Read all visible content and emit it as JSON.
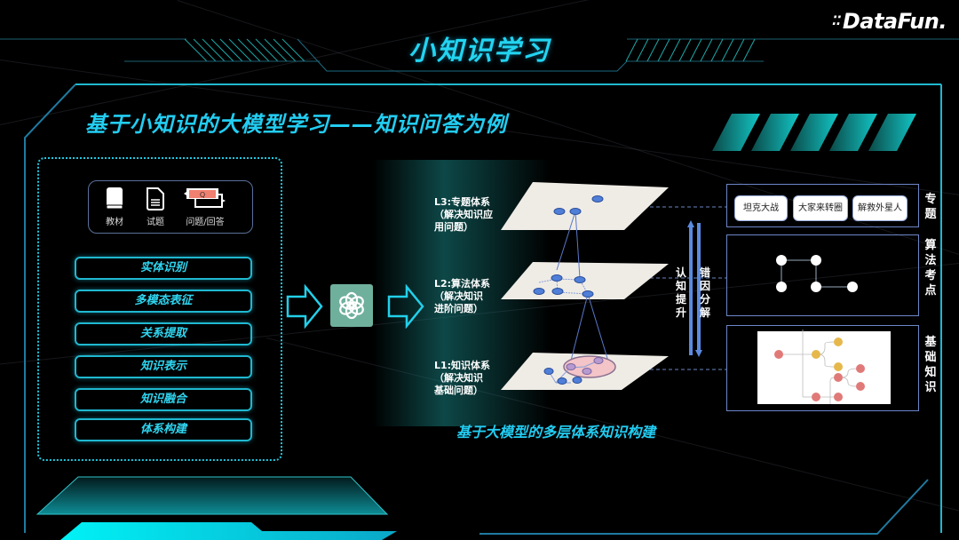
{
  "slide": {
    "title": "小知识学习",
    "subtitle": "基于小知识的大模型学习——知识问答为例",
    "logo": "DataFun.",
    "accent_color": "#22cdf2"
  },
  "sources": {
    "items": [
      {
        "label": "教材",
        "icon": "book-icon"
      },
      {
        "label": "试题",
        "icon": "document-icon"
      },
      {
        "label": "问题/回答",
        "icon": "qa-icon"
      }
    ]
  },
  "pipeline": {
    "steps": [
      "实体识别",
      "多模态表征",
      "关系提取",
      "知识表示",
      "知识融合",
      "体系构建"
    ]
  },
  "model": {
    "icon": "chatgpt-logo-icon"
  },
  "layers": {
    "items": [
      {
        "label": "L3:专题体系\n（解决知识应\n用问题）",
        "l1": "L3:专题体系",
        "l2": "（解决知识应",
        "l3": "用问题）"
      },
      {
        "label": "L2:算法体系\n（解决知识\n进阶问题）",
        "l1": "L2:算法体系",
        "l2": "（解决知识",
        "l3": "进阶问题）"
      },
      {
        "label": "L1:知识体系\n（解决知识\n基础问题）",
        "l1": "L1:知识体系",
        "l2": "（解决知识",
        "l3": "基础问题）"
      }
    ],
    "up_label": "认知提升",
    "down_label": "错因分解",
    "caption": "基于大模型的多层体系知识构建"
  },
  "right_panel": {
    "topics": {
      "label": "专题",
      "tags": [
        "坦克大战",
        "大家来转圈",
        "解救外星人"
      ]
    },
    "algorithms": {
      "label": "算法考点"
    },
    "basics": {
      "label": "基础知识"
    }
  }
}
